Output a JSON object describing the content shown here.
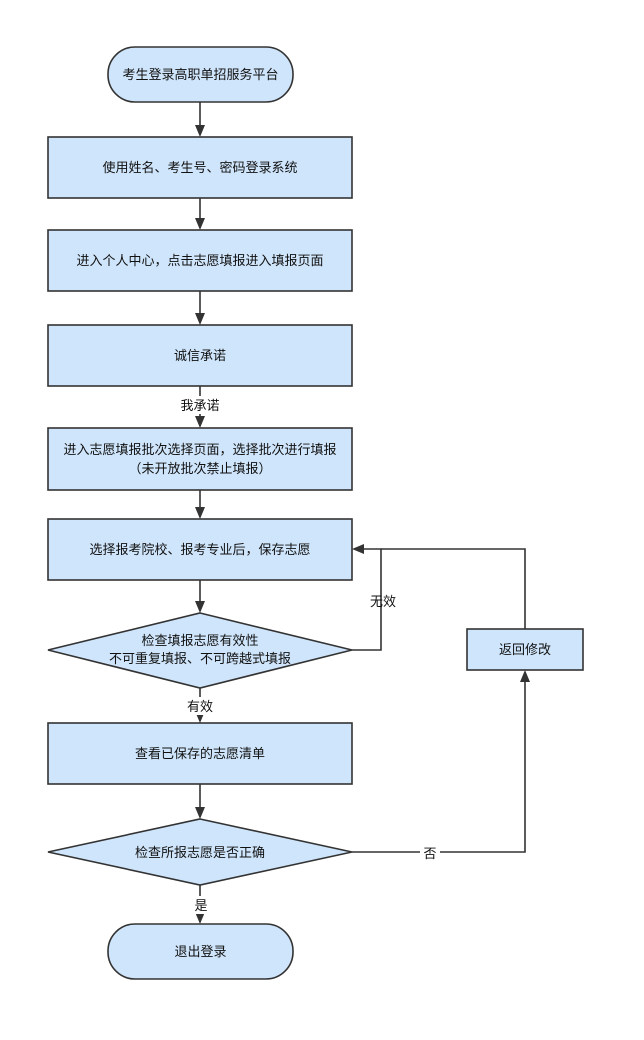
{
  "flowchart": {
    "start": "考生登录高职单招服务平台",
    "step_login": "使用姓名、考生号、密码登录系统",
    "step_center": "进入个人中心，点击志愿填报进入填报页面",
    "step_pledge": "诚信承诺",
    "edge_pledge": "我承诺",
    "step_batch_line1": "进入志愿填报批次选择页面，选择批次进行填报",
    "step_batch_line2": "（未开放批次禁止填报）",
    "step_select": "选择报考院校、报考专业后，保存志愿",
    "decision_valid_line1": "检查填报志愿有效性",
    "decision_valid_line2": "不可重复填报、不可跨越式填报",
    "edge_invalid": "无效",
    "edge_valid": "有效",
    "step_return": "返回修改",
    "step_view": "查看已保存的志愿清单",
    "decision_correct": "检查所报志愿是否正确",
    "edge_no": "否",
    "edge_yes": "是",
    "end": "退出登录"
  }
}
